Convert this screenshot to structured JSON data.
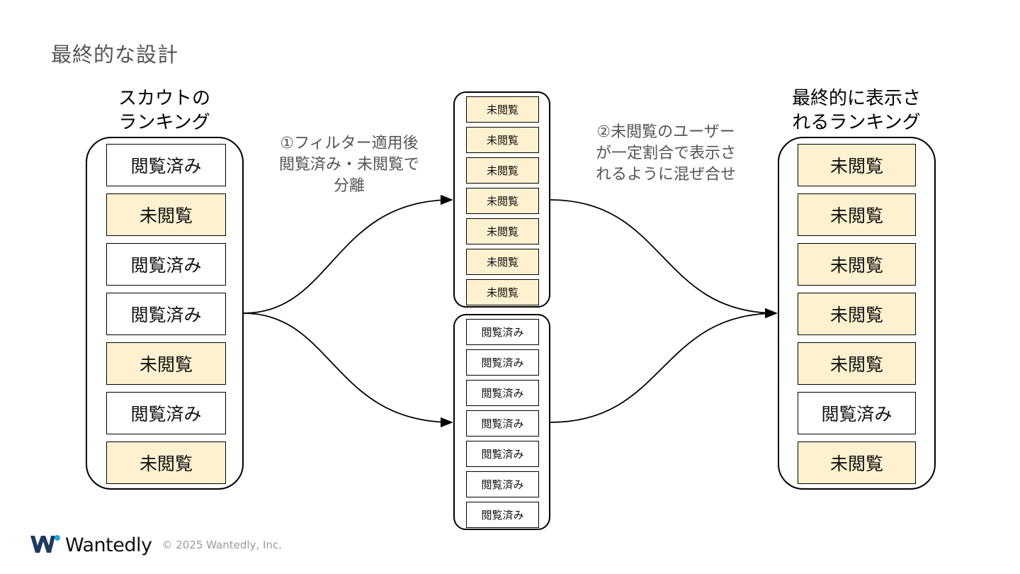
{
  "title": "最終的な設計",
  "left": {
    "heading": [
      "スカウトの",
      "ランキング"
    ],
    "items": [
      {
        "label": "閲覧済み",
        "status": "viewed"
      },
      {
        "label": "未閲覧",
        "status": "unviewed"
      },
      {
        "label": "閲覧済み",
        "status": "viewed"
      },
      {
        "label": "閲覧済み",
        "status": "viewed"
      },
      {
        "label": "未閲覧",
        "status": "unviewed"
      },
      {
        "label": "閲覧済み",
        "status": "viewed"
      },
      {
        "label": "未閲覧",
        "status": "unviewed"
      }
    ]
  },
  "step1": [
    "①フィルター適用後",
    "閲覧済み・未閲覧で",
    "分離"
  ],
  "middle_top": {
    "items": [
      "未閲覧",
      "未閲覧",
      "未閲覧",
      "未閲覧",
      "未閲覧",
      "未閲覧",
      "未閲覧"
    ]
  },
  "middle_bottom": {
    "items": [
      "閲覧済み",
      "閲覧済み",
      "閲覧済み",
      "閲覧済み",
      "閲覧済み",
      "閲覧済み",
      "閲覧済み"
    ]
  },
  "step2": [
    "②未閲覧のユーザー",
    "が一定割合で表示さ",
    "れるように混ぜ合せ"
  ],
  "right": {
    "heading": [
      "最終的に表示さ",
      "れるランキング"
    ],
    "items": [
      {
        "label": "未閲覧",
        "status": "unviewed"
      },
      {
        "label": "未閲覧",
        "status": "unviewed"
      },
      {
        "label": "未閲覧",
        "status": "unviewed"
      },
      {
        "label": "未閲覧",
        "status": "unviewed"
      },
      {
        "label": "未閲覧",
        "status": "unviewed"
      },
      {
        "label": "閲覧済み",
        "status": "viewed"
      },
      {
        "label": "未閲覧",
        "status": "unviewed"
      }
    ]
  },
  "colors": {
    "unviewed": "#fdf1cf",
    "viewed": "#ffffff",
    "brand": "#1f3a5f"
  },
  "footer": {
    "brand": "Wantedly",
    "copyright": "© 2025 Wantedly, Inc."
  }
}
